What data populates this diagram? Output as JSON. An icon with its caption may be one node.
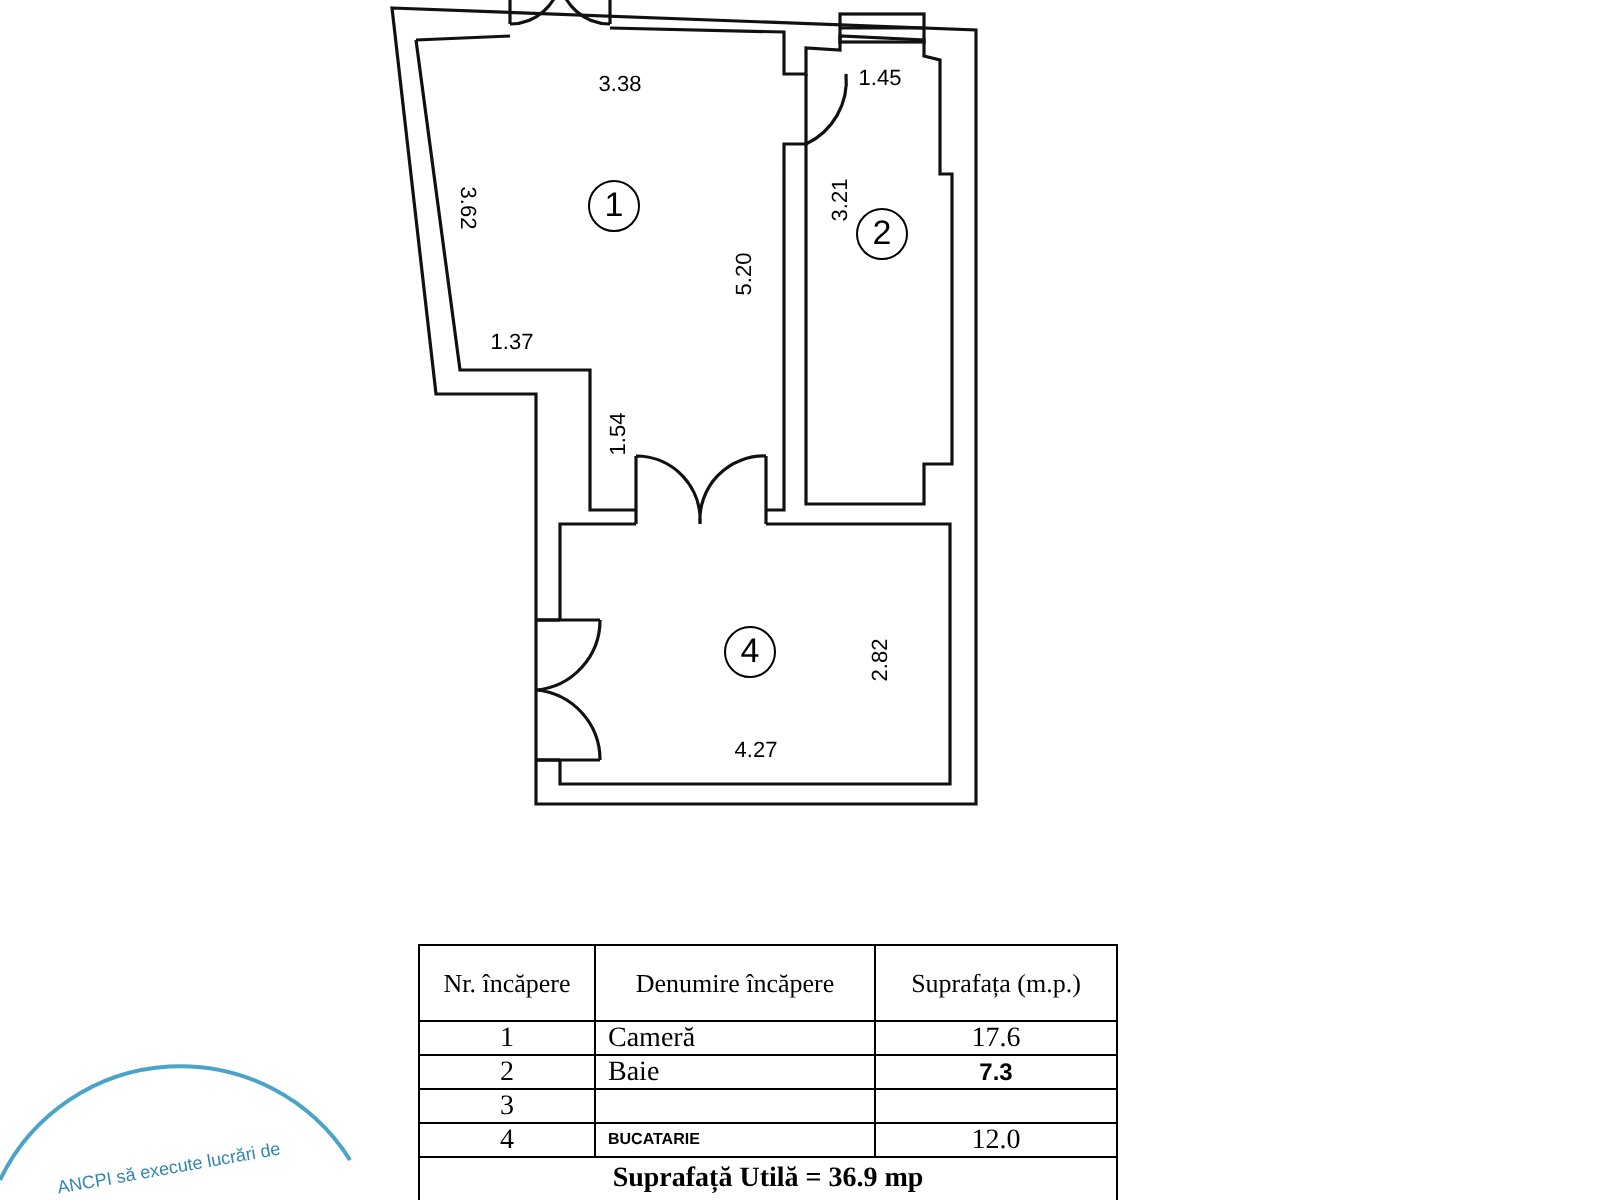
{
  "diagram": {
    "nodes": [
      {
        "text": [
          "1"
        ]
      },
      {
        "text": [
          "2"
        ]
      },
      {
        "text": [
          "4"
        ]
      }
    ],
    "edges": [],
    "labels": [
      "3.38",
      "1.45",
      "3.62",
      "5.20",
      "3.21",
      "1.37",
      "1.54",
      "2.82",
      "4.27",
      "Nr. încăpere",
      "Denumire încăpere",
      "Suprafața (m.p.)",
      "1",
      "Cameră",
      "17.6",
      "2",
      "Baie",
      "7.3",
      "3",
      "4",
      "BUCATARIE",
      "12.0",
      "Suprafață Utilă = 36.9 mp",
      "ANCPI să execute lucrări de"
    ]
  }
}
